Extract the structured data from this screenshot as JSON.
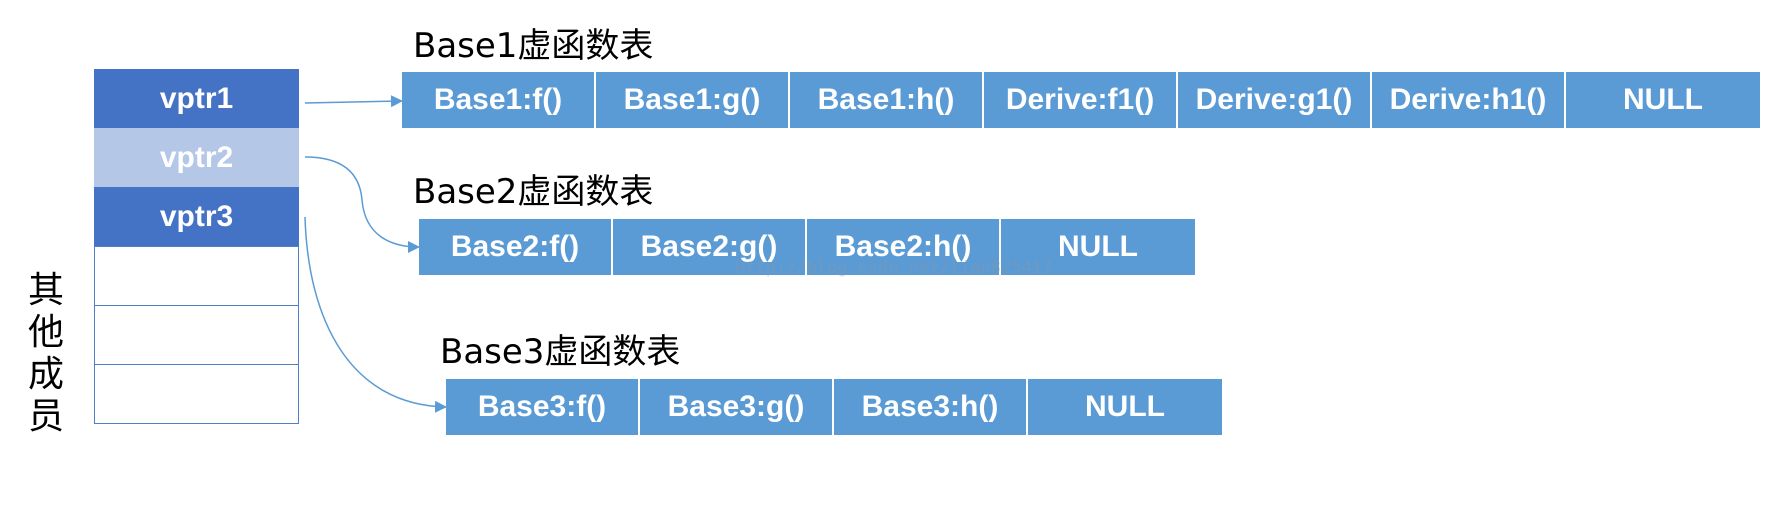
{
  "object": {
    "cells": [
      {
        "label": "vptr1",
        "style": "dark"
      },
      {
        "label": "vptr2",
        "style": "light"
      },
      {
        "label": "vptr3",
        "style": "dark"
      },
      {
        "label": "",
        "style": "empty"
      },
      {
        "label": "",
        "style": "empty"
      },
      {
        "label": "",
        "style": "empty"
      }
    ],
    "side_label_chars": [
      "其",
      "他",
      "成",
      "员"
    ]
  },
  "vtables": [
    {
      "title": "Base1虚函数表",
      "entries": [
        "Base1:f()",
        "Base1:g()",
        "Base1:h()",
        "Derive:f1()",
        "Derive:g1()",
        "Derive:h1()",
        "NULL"
      ]
    },
    {
      "title": "Base2虚函数表",
      "entries": [
        "Base2:f()",
        "Base2:g()",
        "Base2:h()",
        "NULL"
      ]
    },
    {
      "title": "Base3虚函数表",
      "entries": [
        "Base3:f()",
        "Base3:g()",
        "Base3:h()",
        "NULL"
      ]
    }
  ],
  "watermark": "http://blog.csdn.net/lian825417",
  "colors": {
    "vptr_dark": "#4472c4",
    "vptr_light": "#b4c7e7",
    "table_cell": "#5b9bd5",
    "arrow": "#5b9bd5"
  }
}
